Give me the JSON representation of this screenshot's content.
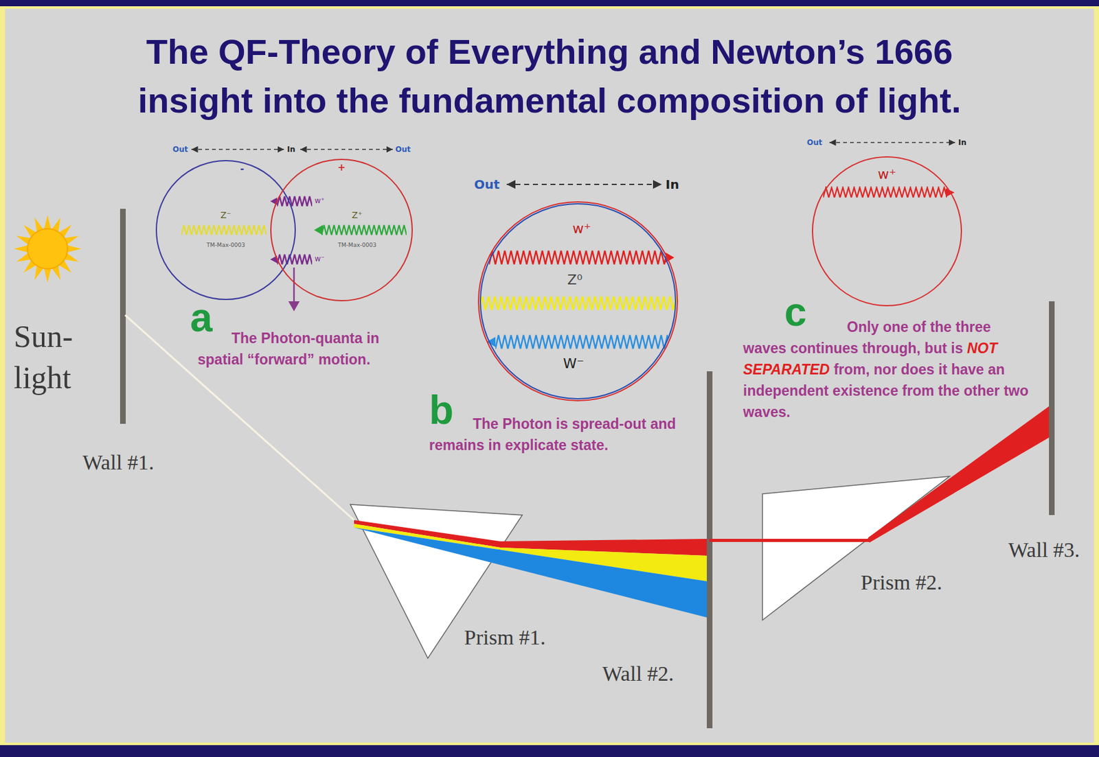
{
  "diagram": {
    "title": "The QF-Theory of Everything and Newton’s 1666 insight into the fundamental composition of light.",
    "nodes": [
      {
        "text": [
          "-",
          "Z⁻",
          "TM-Max-0003"
        ]
      },
      {
        "text": [
          "+",
          "Z⁺",
          "TM-Max-0003"
        ]
      },
      {
        "text": [
          "w⁺",
          "Z⁰",
          "W⁻"
        ]
      },
      {
        "text": [
          "w⁺"
        ]
      }
    ],
    "labels": [
      "Out",
      "In",
      "Out",
      "Out",
      "In",
      "Out",
      "In",
      "Sun- light",
      "w⁺",
      "w⁻",
      "a",
      "The Photon-quanta in spatial “forward” motion.",
      "Wall #1.",
      "b",
      "The Photon is spread-out and remains in explicate state.",
      "c",
      "Only one of the three waves continues through, but is",
      "NOT SEPARATED",
      "from, nor does it have an independent existence from the other two waves.",
      "Prism #1.",
      "Wall #2.",
      "Prism #2.",
      "Wall #3."
    ]
  }
}
